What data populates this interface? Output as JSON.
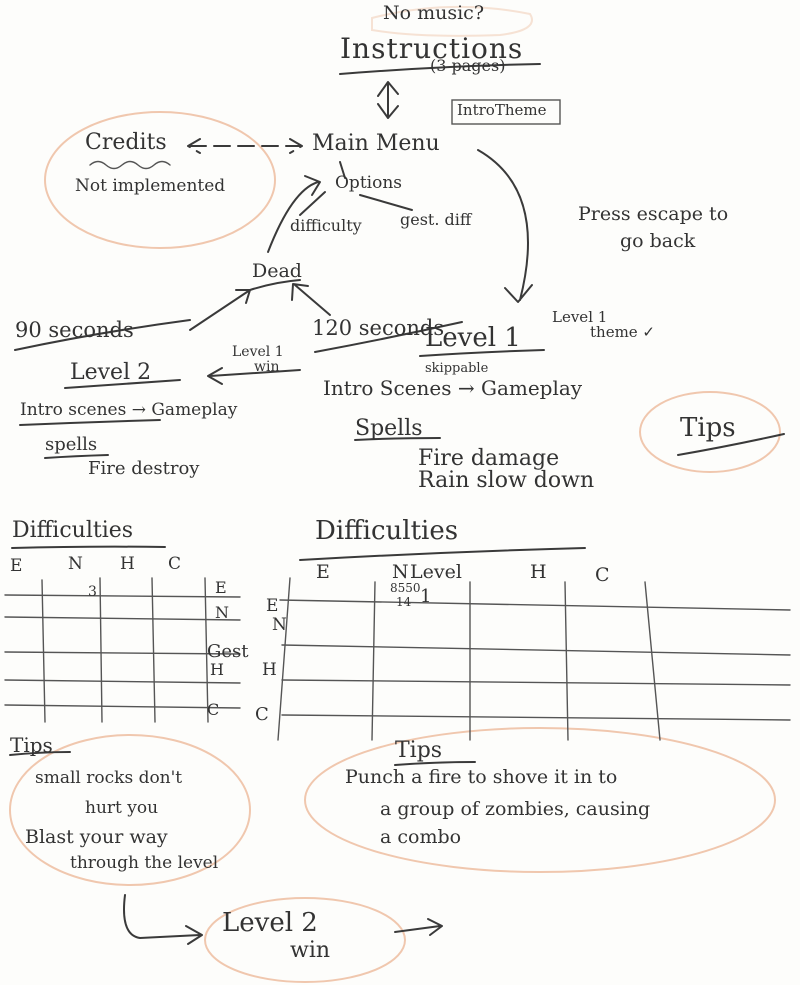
{
  "top_note": "No music?",
  "instructions": {
    "title": "Instructions",
    "sub": "(3 pages)"
  },
  "intro_theme": "IntroTheme",
  "main_menu": "Main Menu",
  "credits": {
    "label": "Credits",
    "note": "Not implemented"
  },
  "options": {
    "label": "Options",
    "difficulty": "difficulty",
    "gest_diff": "gest. diff"
  },
  "escape_note": {
    "line1": "Press escape to",
    "line2": "go back"
  },
  "dead": "Dead",
  "level1": {
    "title": "Level 1",
    "theme1": "Level 1",
    "theme2": "theme ✓",
    "timer": "120 seconds",
    "skippable": "skippable",
    "flow": "Intro Scenes → Gameplay",
    "spells_title": "Spells",
    "spell1": "Fire  damage",
    "spell2": "Rain  slow down"
  },
  "level2": {
    "title": "Level 2",
    "timer": "90 seconds",
    "flow": "Intro scenes → Gameplay",
    "spells_title": "spells",
    "spell1": "Fire destroy"
  },
  "level1_win": {
    "line1": "Level 1",
    "line2": "win"
  },
  "tips_bubble": "Tips",
  "left_table": {
    "title": "Difficulties",
    "cols": [
      "E",
      "N",
      "H",
      "C"
    ],
    "rows": [
      "E",
      "N",
      "Gest",
      "H",
      "C"
    ],
    "cell": "3"
  },
  "right_table": {
    "title": "Difficulties",
    "cols": [
      "E",
      "N",
      "Level",
      "H",
      "C"
    ],
    "rows": [
      "E",
      "N",
      "H",
      "C"
    ],
    "cell_a": "8550",
    "cell_b": "14",
    "cell_c": "1"
  },
  "tips_left": {
    "title": "Tips",
    "line1": "small rocks don't",
    "line2": "hurt you",
    "line3": "Blast your way",
    "line4": "through the level"
  },
  "tips_right": {
    "title": "Tips",
    "line1": "Punch a fire to shove it in to",
    "line2": "a group of zombies, causing",
    "line3": "a combo"
  },
  "level2_win": {
    "line1": "Level 2",
    "line2": "win"
  }
}
